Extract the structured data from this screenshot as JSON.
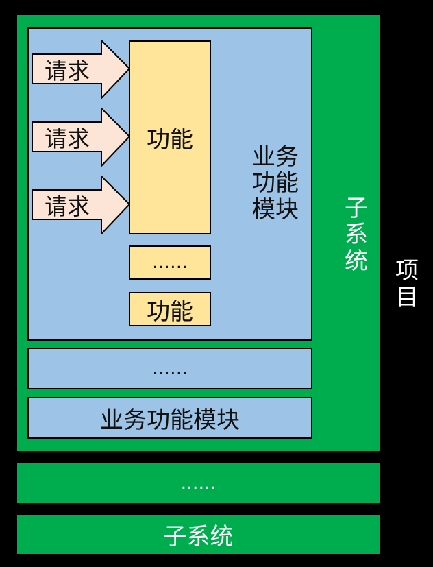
{
  "colors": {
    "background": "#000000",
    "subsystem": "#00ad4e",
    "module": "#9dc3e6",
    "function": "#ffe599",
    "request_arrow": "#fce4d6"
  },
  "project": {
    "label": "项目"
  },
  "subsystems": [
    {
      "label": "子系统",
      "modules": [
        {
          "label": "业务功能模块",
          "label_vertical": [
            "业务",
            "功能",
            "模块"
          ],
          "functions": [
            {
              "label": "功能",
              "requests": [
                "请求",
                "请求",
                "请求"
              ]
            },
            {
              "label": "……"
            },
            {
              "label": "功能"
            }
          ]
        },
        {
          "label": "……"
        },
        {
          "label": "业务功能模块"
        }
      ]
    },
    {
      "label": "……"
    },
    {
      "label": "子系统"
    }
  ],
  "subsystem_vertical": [
    "子",
    "系",
    "统"
  ],
  "project_vertical": [
    "项",
    "目"
  ]
}
